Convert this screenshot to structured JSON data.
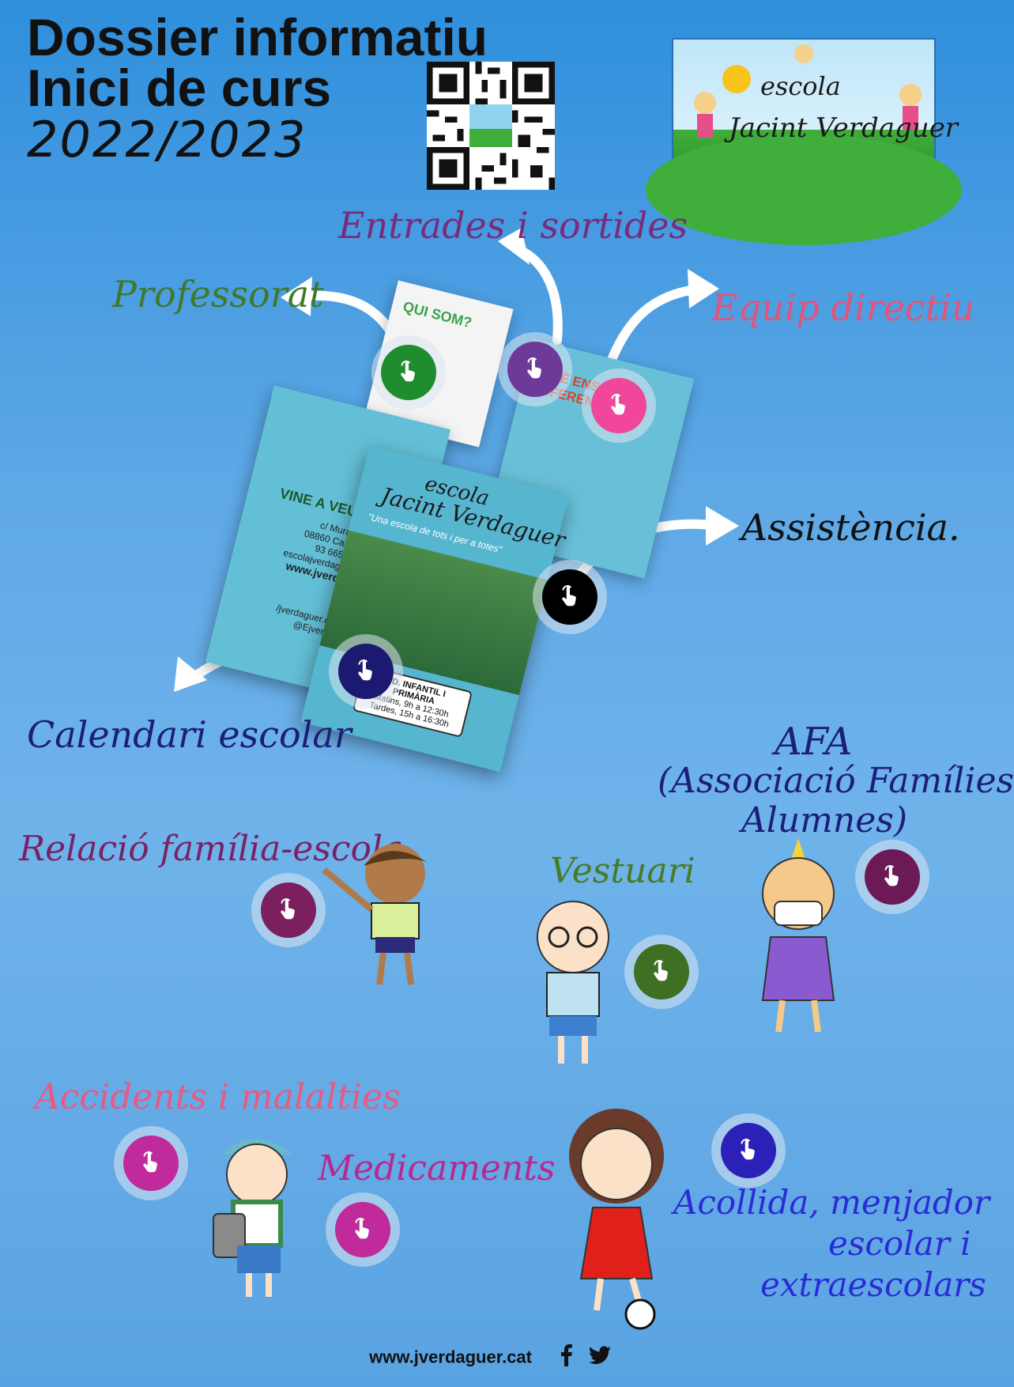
{
  "header": {
    "title_line1": "Dossier  informatiu",
    "title_line2": "Inici de curs",
    "year": "2022/2023"
  },
  "logo": {
    "top_word": "escola",
    "bottom_word": "Jacint Verdaguer",
    "icon": "school-logo"
  },
  "qr": {
    "icon": "qr-code-icon"
  },
  "brochure": {
    "panel1_heading": "QUI SOM?",
    "panel2_heading": "QUÈ ENS FA DIFERENTS?",
    "panel3_heading": "VINE A VEURE'NS",
    "panel3_address": "c/ Muralla s/n",
    "panel3_city": "08860 Castelldefels",
    "panel3_phone": "93 665 40 52",
    "panel3_email": "escolajverdaguer@xtec.cat",
    "panel3_web": "www.jverdaguer.cat",
    "panel3_fb": "/jverdaguer.castelldefels",
    "panel3_tw": "@Ejverdaguer",
    "front_school": "escola",
    "front_name": "Jacint Verdaguer",
    "front_motto": "\"Una escola de tots i per a totes\"",
    "front_box_title": "ED. INFANTIL I PRIMÀRIA",
    "front_box_line1": "Matins, 9h a 12:30h",
    "front_box_line2": "Tardes, 15h a 16:30h"
  },
  "links": {
    "entrades": {
      "label": "Entrades i sortides",
      "color": "#7a2b7a"
    },
    "professorat": {
      "label": "Professorat",
      "color": "#3f7a2a"
    },
    "equip": {
      "label": "Equip directiu",
      "color": "#e2557a"
    },
    "assistencia": {
      "label": "Assistència.",
      "color": "#111111"
    },
    "calendari": {
      "label": "Calendari escolar",
      "color": "#1d1d7a"
    },
    "afa_1": {
      "label": "AFA",
      "color": "#1d1d7a"
    },
    "afa_2": {
      "label": "(Associació  Famílies",
      "color": "#1d1d7a"
    },
    "afa_3": {
      "label": "Alumnes)",
      "color": "#1d1d7a"
    },
    "relacio": {
      "label": "Relació família-escola",
      "color": "#7a2266"
    },
    "vestuari": {
      "label": "Vestuari",
      "color": "#4a7a22"
    },
    "accidents": {
      "label": "Accidents i malalties",
      "color": "#e85a82"
    },
    "medicaments": {
      "label": "Medicaments",
      "color": "#b8288f"
    },
    "acollida_1": {
      "label": "Acollida, menjador",
      "color": "#2b2bd6"
    },
    "acollida_2": {
      "label": "escolar i",
      "color": "#2b2bd6"
    },
    "acollida_3": {
      "label": "extraescolars",
      "color": "#2b2bd6"
    }
  },
  "buttons": {
    "professorat": "#1f8c2e",
    "entrades": "#6e3a9a",
    "equip": "#f0479a",
    "assistencia": "#000000",
    "calendari": "#1c1970",
    "relacio": "#7b1f5e",
    "vestuari": "#3f6f22",
    "afa": "#6b1a55",
    "accidents": "#c02a9a",
    "medicaments": "#c02a9a",
    "acollida": "#2b21b8"
  },
  "footer": {
    "url": "www.jverdaguer.cat",
    "icons": [
      "facebook-icon",
      "twitter-icon"
    ]
  }
}
